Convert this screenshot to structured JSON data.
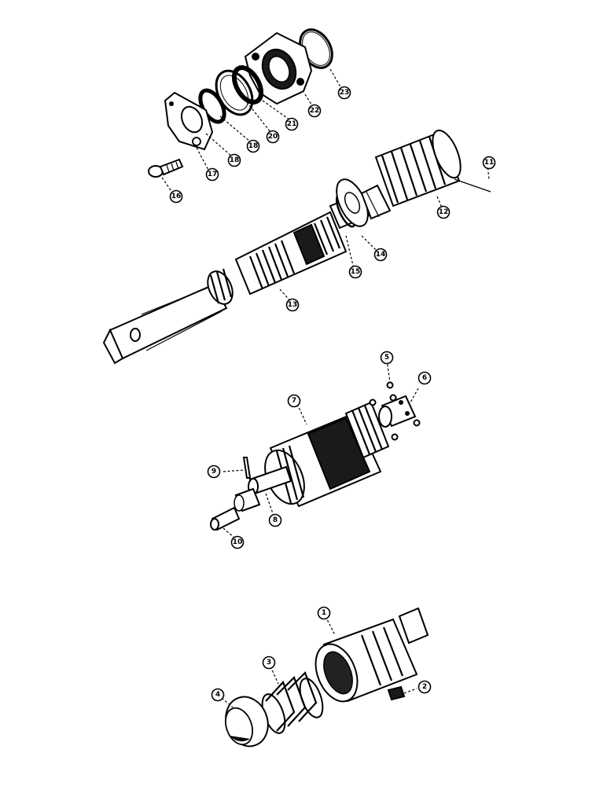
{
  "callouts": [
    {
      "id": "1",
      "label": "1"
    },
    {
      "id": "2",
      "label": "2"
    },
    {
      "id": "3",
      "label": "3"
    },
    {
      "id": "4",
      "label": "4"
    },
    {
      "id": "5",
      "label": "5"
    },
    {
      "id": "6",
      "label": "6"
    },
    {
      "id": "7",
      "label": "7"
    },
    {
      "id": "8",
      "label": "8"
    },
    {
      "id": "9",
      "label": "9"
    },
    {
      "id": "10",
      "label": "10"
    },
    {
      "id": "11",
      "label": "11"
    },
    {
      "id": "12",
      "label": "12"
    },
    {
      "id": "13",
      "label": "13"
    },
    {
      "id": "14",
      "label": "14"
    },
    {
      "id": "15",
      "label": "15"
    },
    {
      "id": "16",
      "label": "16"
    },
    {
      "id": "17",
      "label": "17"
    },
    {
      "id": "18",
      "label": "18"
    },
    {
      "id": "20",
      "label": "20"
    },
    {
      "id": "21",
      "label": "21"
    },
    {
      "id": "22",
      "label": "22"
    },
    {
      "id": "23",
      "label": "23"
    }
  ]
}
